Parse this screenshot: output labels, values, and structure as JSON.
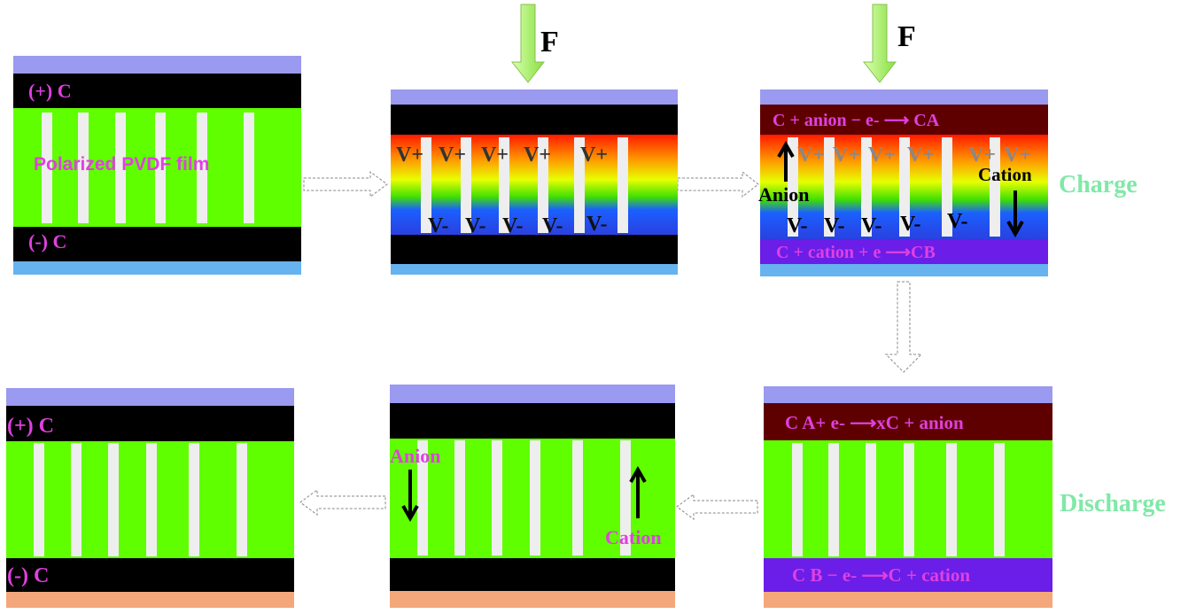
{
  "force_label": "F",
  "panel1": {
    "top_electrode": "(+) C",
    "film": "Polarized PVDF film",
    "bottom_electrode": "(-) C"
  },
  "panel2": {
    "top_charges": [
      "V+",
      "V+",
      "V+",
      "V+",
      "V+"
    ],
    "bottom_charges": [
      "V-",
      "V-",
      "V-",
      "V-",
      "V-"
    ]
  },
  "panel3": {
    "top_reaction": "C + anion − e-  ⟶ CA",
    "bottom_reaction": "C + cation + e  ⟶CB",
    "top_charges": [
      "V+",
      "V+",
      "V+",
      "V+",
      "V+",
      "V+"
    ],
    "bottom_charges": [
      "V-",
      "V-",
      "V-",
      "V-",
      "V-"
    ],
    "anion": "Anion",
    "cation": "Cation"
  },
  "charge_label": "Charge",
  "discharge_label": "Discharge",
  "panel4": {
    "top_reaction": "C A+ e- ⟶xC + anion",
    "bottom_reaction": "C B −  e- ⟶C + cation"
  },
  "panel5": {
    "anion": "Anion",
    "cation": "Cation"
  },
  "panel6": {
    "top_electrode": "(+) C",
    "bottom_electrode": "(-) C"
  },
  "colors": {
    "green": "#5fff00",
    "electrode": "#000000",
    "top_plate": "#9a9af0",
    "bottom_plate_blue": "#66b3f0",
    "bottom_plate_orange": "#f4a77a",
    "ca_layer": "#5e0000",
    "cb_layer": "#6a1ee8",
    "text_magenta": "#e040e0",
    "state_label": "#80e8a8",
    "force_arrow": "#a8f070"
  }
}
